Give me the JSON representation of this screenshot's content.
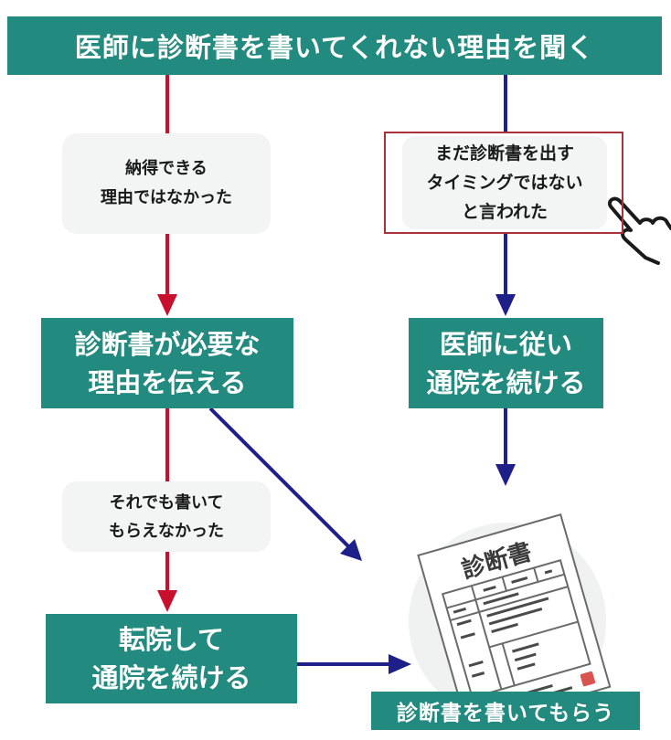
{
  "diagram": {
    "title": "医師に診断書を書いてくれない理由を聞く",
    "colors": {
      "box_fill": "#228a7e",
      "note_fill": "#f3f4f4",
      "red_arrow": "#c8102e",
      "blue_arrow": "#1f1f8a",
      "highlight_border": "#a8323a",
      "stamp": "#d9534f"
    },
    "left_branch": {
      "condition": [
        "納得できる",
        "理由ではなかった"
      ],
      "action": [
        "診断書が必要な",
        "理由を伝える"
      ],
      "condition2": [
        "それでも書いて",
        "もらえなかった"
      ],
      "action2": [
        "転院して",
        "通院を続ける"
      ]
    },
    "right_branch": {
      "condition": [
        "まだ診断書を出す",
        "タイミングではない",
        "と言われた"
      ],
      "action": [
        "医師に従い",
        "通院を続ける"
      ]
    },
    "result": {
      "label": "診断書を書いてもらう",
      "document_title": "診断書"
    },
    "icons": {
      "pointer": "pointing-hand-icon",
      "document": "medical-certificate-icon"
    }
  }
}
